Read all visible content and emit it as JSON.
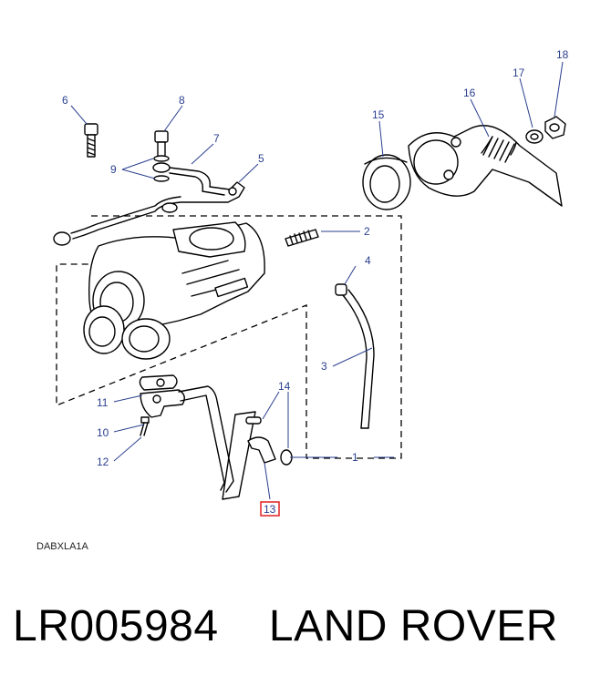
{
  "diagram_code": "DABXLA1A",
  "part_number": "LR005984",
  "brand": "LAND ROVER",
  "highlighted_callout": "13",
  "colors": {
    "callout_text": "#2a3f8f",
    "highlight": "#e02020",
    "ink": "#000000"
  },
  "callouts": {
    "c1": "1",
    "c2": "2",
    "c3": "3",
    "c4": "4",
    "c5": "5",
    "c6": "6",
    "c7": "7",
    "c8": "8",
    "c9": "9",
    "c10": "10",
    "c11": "11",
    "c12": "12",
    "c13": "13",
    "c14": "14",
    "c15": "15",
    "c16": "16",
    "c17": "17",
    "c18": "18"
  }
}
